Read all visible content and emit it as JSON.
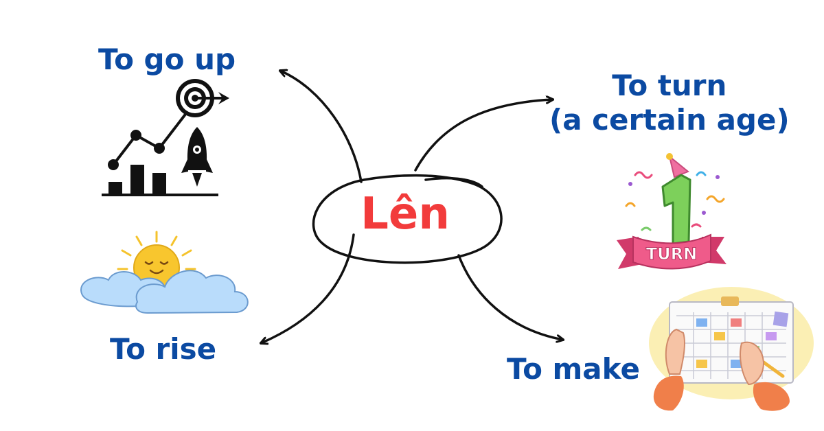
{
  "center": {
    "word": "Lên"
  },
  "branches": [
    {
      "id": "go-up",
      "label": "To go up"
    },
    {
      "id": "turn",
      "label_line1": "To turn",
      "label_line2": "(a certain age)"
    },
    {
      "id": "rise",
      "label": "To rise"
    },
    {
      "id": "make",
      "label": "To make"
    }
  ],
  "illustrations": {
    "go_up": "growth-chart-rocket-target-icon",
    "turn": "first-birthday-turn-banner-icon",
    "rise": "sun-rising-over-clouds-icon",
    "make": "hands-making-calendar-plan-icon"
  },
  "badge_text": "TURN",
  "colors": {
    "center_word": "#f23b3b",
    "labels": "#0b4aa2",
    "strokes": "#111111"
  }
}
